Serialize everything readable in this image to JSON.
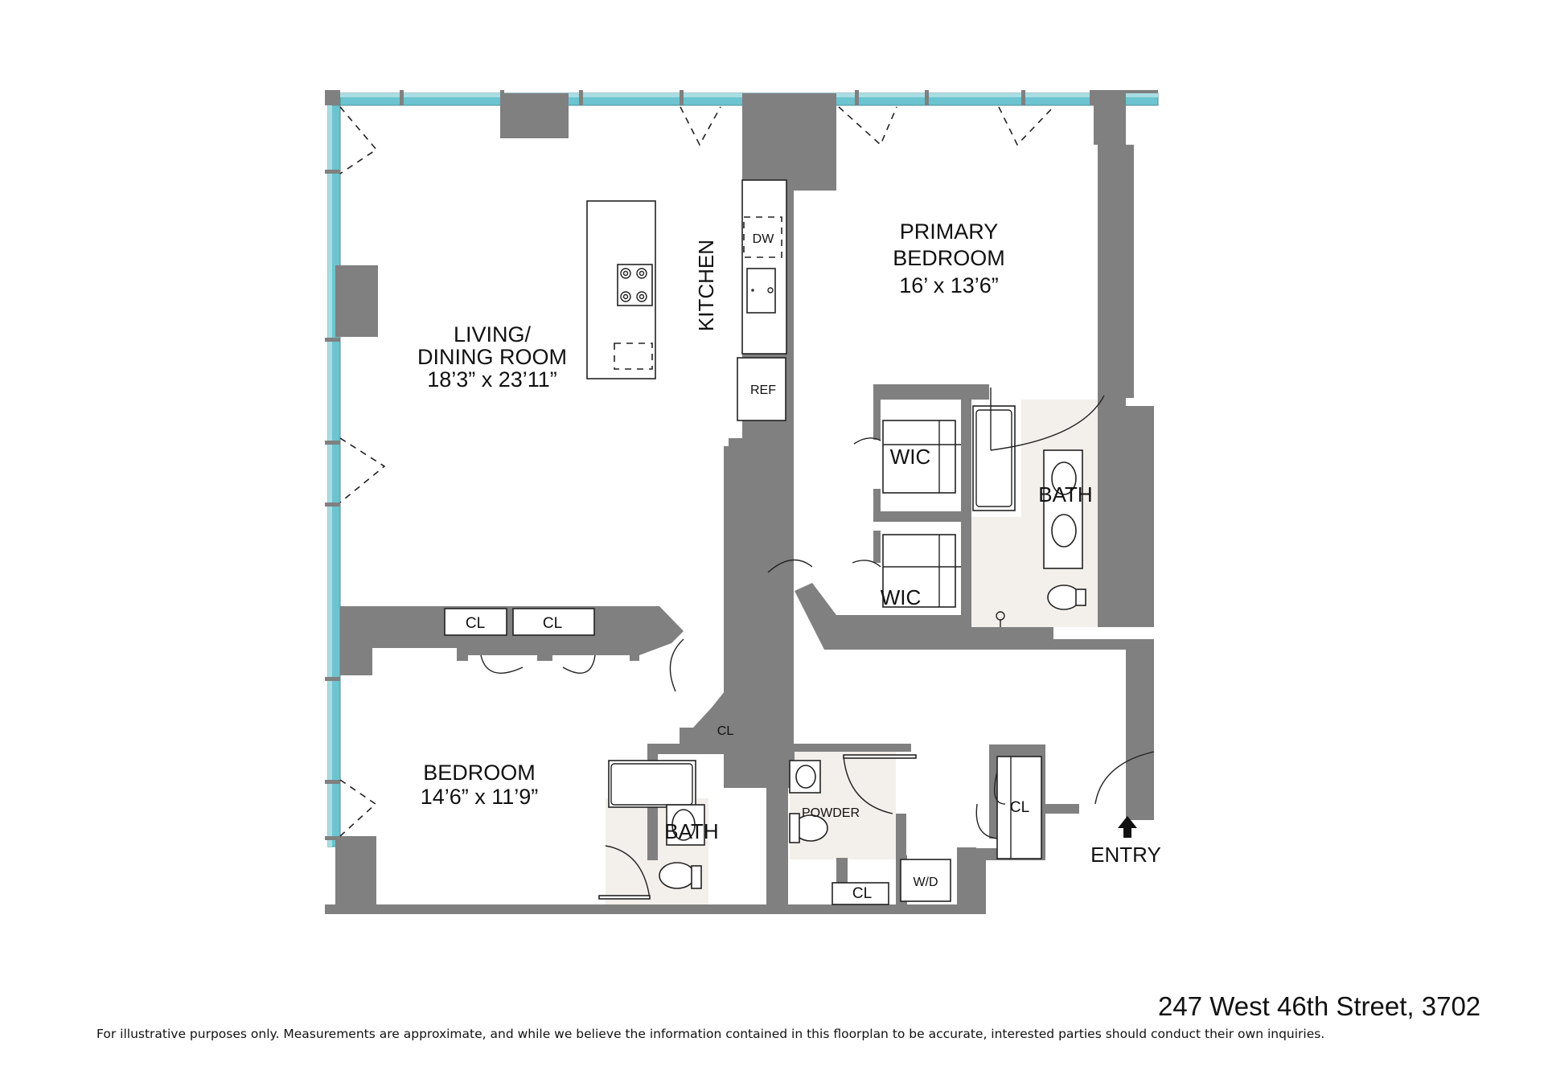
{
  "floorplan": {
    "colors": {
      "wall": "#808080",
      "window": "#6cc4d0",
      "bath_tile": "#f3efea",
      "text": "#111111"
    },
    "rooms": {
      "living": {
        "name_line1": "LIVING/",
        "name_line2": "DINING ROOM",
        "dimensions": "18’3” x 23’11”"
      },
      "kitchen": {
        "name": "KITCHEN"
      },
      "primary_bedroom": {
        "name_line1": "PRIMARY",
        "name_line2": "BEDROOM",
        "dimensions": "16’ x 13’6”"
      },
      "bedroom": {
        "name": "BEDROOM",
        "dimensions": "14’6” x 11’9”"
      },
      "primary_bath": {
        "name": "BATH"
      },
      "bath": {
        "name": "BATH"
      },
      "powder": {
        "name": "POWDER"
      },
      "wic_upper": {
        "name": "WIC"
      },
      "wic_lower": {
        "name": "WIC"
      },
      "closet_1": {
        "name": "CL"
      },
      "closet_2": {
        "name": "CL"
      },
      "closet_3": {
        "name": "CL"
      },
      "closet_4": {
        "name": "CL"
      },
      "closet_5": {
        "name": "CL"
      },
      "washer_dryer": {
        "name": "W/D"
      },
      "entry": {
        "name": "ENTRY"
      }
    },
    "appliances": {
      "dishwasher": "DW",
      "refrigerator": "REF"
    },
    "icons": [
      "entry-arrow-icon",
      "cooktop-icon",
      "sink-icon",
      "toilet-icon",
      "bathtub-icon",
      "shower-icon"
    ]
  },
  "footer": {
    "address": "247 West 46th Street, 3702",
    "disclaimer": "For illustrative purposes only.  Measurements are approximate, and while we believe the information contained in this floorplan to be accurate, interested parties should conduct their own inquiries."
  }
}
